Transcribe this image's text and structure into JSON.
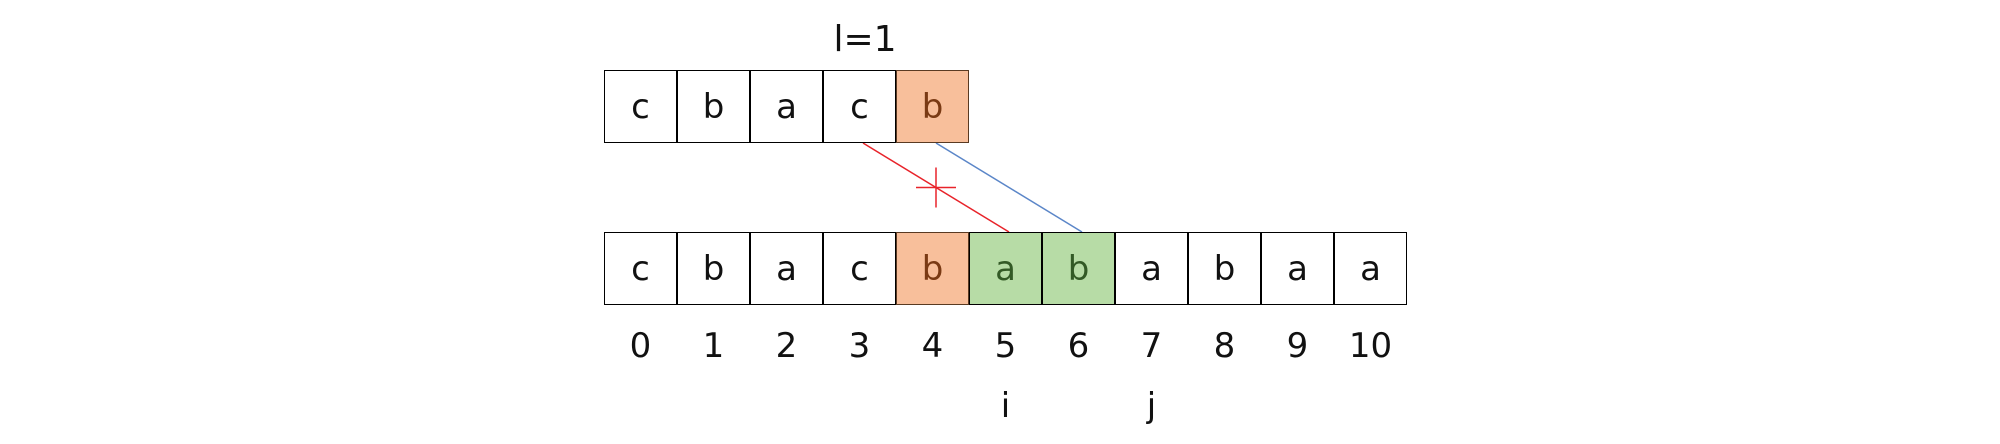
{
  "title": "l=1",
  "pattern": {
    "cells": [
      {
        "char": "c",
        "state": "plain"
      },
      {
        "char": "b",
        "state": "plain"
      },
      {
        "char": "a",
        "state": "plain"
      },
      {
        "char": "c",
        "state": "plain"
      },
      {
        "char": "b",
        "state": "orange"
      }
    ]
  },
  "text": {
    "cells": [
      {
        "char": "c",
        "state": "plain"
      },
      {
        "char": "b",
        "state": "plain"
      },
      {
        "char": "a",
        "state": "plain"
      },
      {
        "char": "c",
        "state": "plain"
      },
      {
        "char": "b",
        "state": "orange"
      },
      {
        "char": "a",
        "state": "green"
      },
      {
        "char": "b",
        "state": "green"
      },
      {
        "char": "a",
        "state": "plain"
      },
      {
        "char": "b",
        "state": "plain"
      },
      {
        "char": "a",
        "state": "plain"
      },
      {
        "char": "a",
        "state": "plain"
      }
    ],
    "indices": [
      "0",
      "1",
      "2",
      "3",
      "4",
      "5",
      "6",
      "7",
      "8",
      "9",
      "10"
    ]
  },
  "markers": {
    "i": {
      "label": "i",
      "index": 5
    },
    "j": {
      "label": "j",
      "index": 7
    }
  },
  "links": [
    {
      "from_pattern_index": 3,
      "to_text_index": 5,
      "color": "#e8232a",
      "crossed": true
    },
    {
      "from_pattern_index": 4,
      "to_text_index": 6,
      "color": "#5b86c8",
      "crossed": false
    }
  ],
  "colors": {
    "orange_fill": "#f8bf9b",
    "green_fill": "#b7dca6",
    "mismatch_line": "#e8232a",
    "match_line": "#5b86c8"
  }
}
